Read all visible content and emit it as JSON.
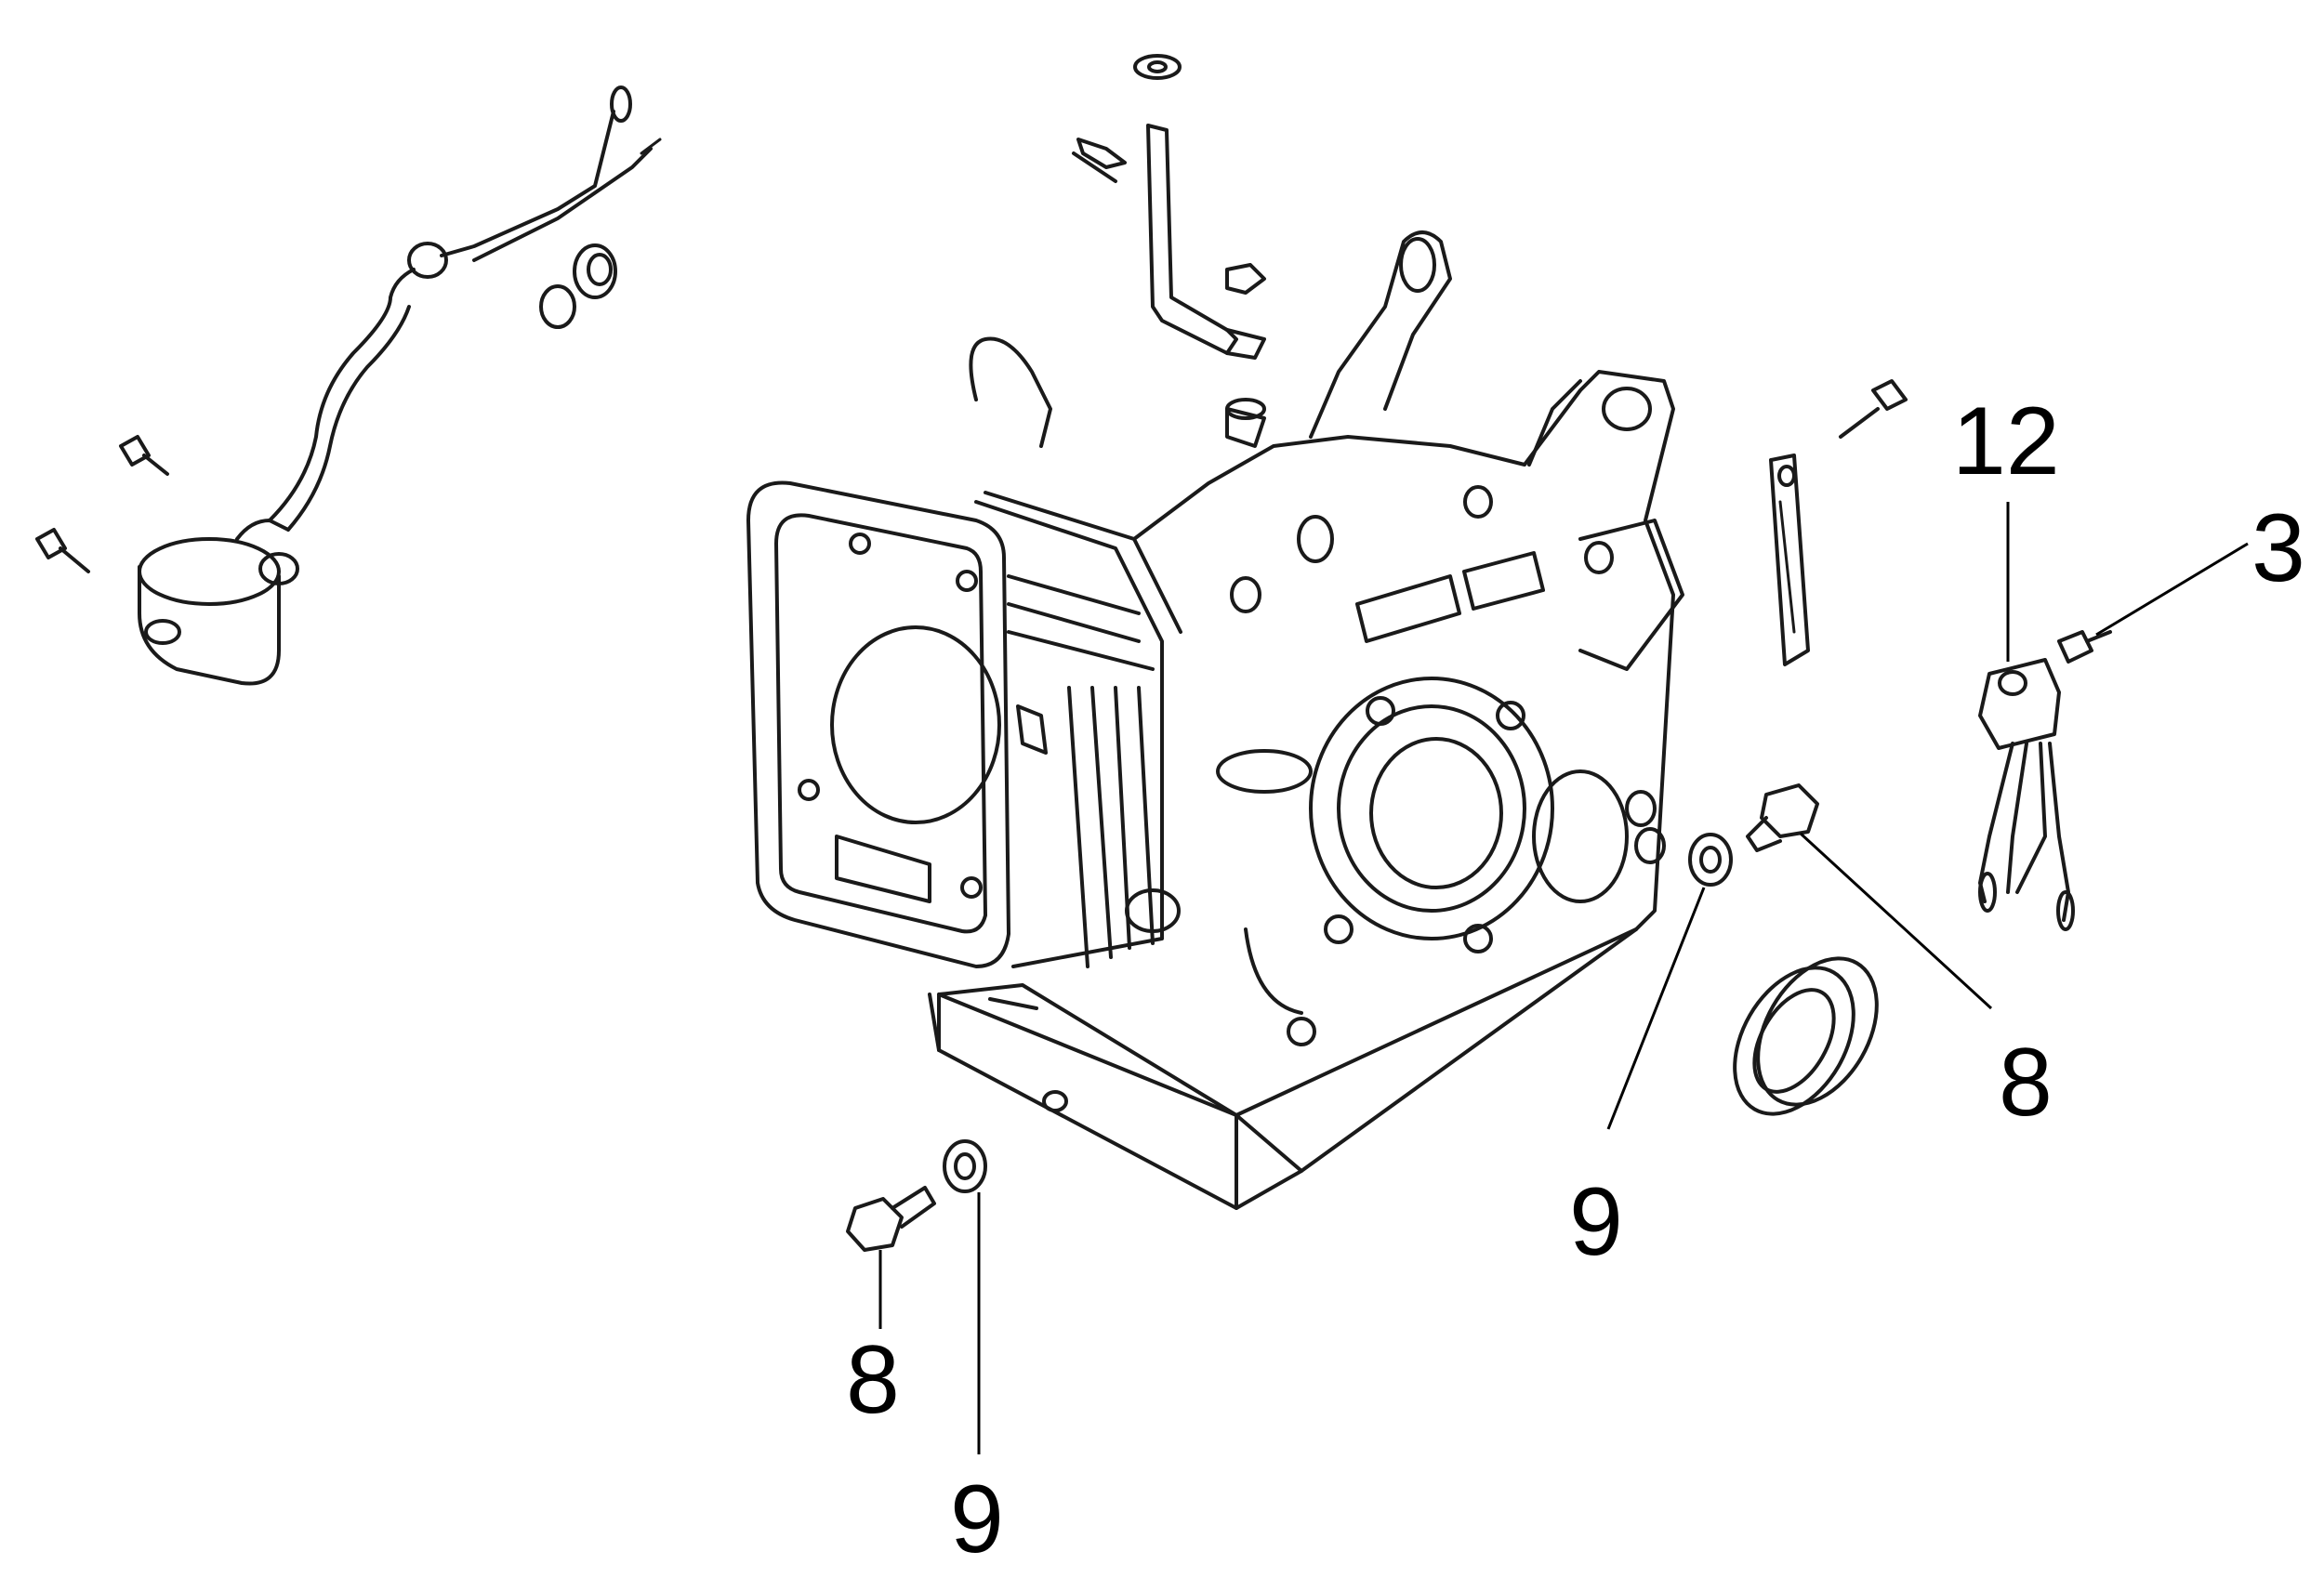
{
  "diagram": {
    "callouts": [
      {
        "id": "c12",
        "label": "12"
      },
      {
        "id": "c3",
        "label": "3"
      },
      {
        "id": "c8a",
        "label": "8"
      },
      {
        "id": "c9a",
        "label": "9"
      },
      {
        "id": "c8b",
        "label": "8"
      },
      {
        "id": "c9b",
        "label": "9"
      }
    ]
  }
}
